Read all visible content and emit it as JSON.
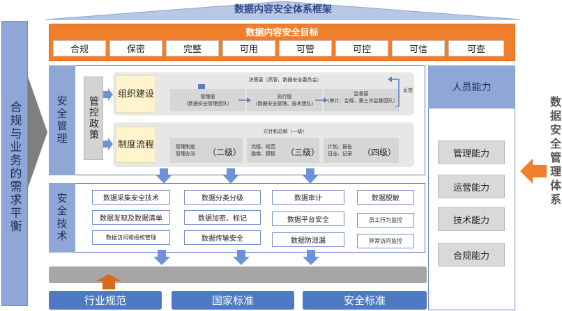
{
  "banner_title": "数据内容安全体系框架",
  "left_panel_text": "合规与业务的需求平衡",
  "goals": {
    "title": "数据内容安全目标",
    "items": [
      "合规",
      "保密",
      "完整",
      "可用",
      "可管",
      "可控",
      "可信",
      "可查"
    ]
  },
  "management": {
    "label": "安全管理",
    "policy": "管控政策",
    "org": {
      "title": "组织建设",
      "decision": "决策层（高管、数据安全委员会）",
      "manage_title": "管理层",
      "manage_desc": "（数据安全管理团队）",
      "exec_title": "执行层",
      "exec_desc": "（数据安全管理、技术团队）",
      "supervise_title": "监督层",
      "supervise_desc": "（审计、合规、第三方监督团队）",
      "side_note": "反馈"
    },
    "rules": {
      "title": "制度流程",
      "policy_head": "方针和总纲（一级）",
      "l2_desc": "管理制度\n管理办法",
      "l2_level": "（二级）",
      "l3_desc": "流程、规范\n指南、模板",
      "l3_level": "（三级）",
      "l4_desc": "计划、报告\n日志、记录",
      "l4_level": "（四级）"
    }
  },
  "technology": {
    "label": "安全技术",
    "col1": [
      "数据采集安全技术",
      "数据发现及数据清单",
      "数据访问和授权管理"
    ],
    "col2": [
      "数据分类分级",
      "数据加密、标记",
      "数据传输安全"
    ],
    "col3": [
      "数据审计",
      "数据平台安全",
      "数据防泄漏"
    ],
    "col4": [
      "数据脱敏",
      "员工行为监控",
      "异常访问监控"
    ]
  },
  "standards": [
    "行业规范",
    "国家标准",
    "安全标准"
  ],
  "personnel": {
    "title": "人员能力",
    "items": [
      "管理能力",
      "运营能力",
      "技术能力",
      "合规能力"
    ]
  },
  "right_text": "数据安全管理体系",
  "colors": {
    "accent_orange": "#ef7f2c",
    "panel_blue": "#8fa7d7",
    "standard_blue": "#4d7ac3",
    "arrow_blue": "#6d93d6"
  }
}
